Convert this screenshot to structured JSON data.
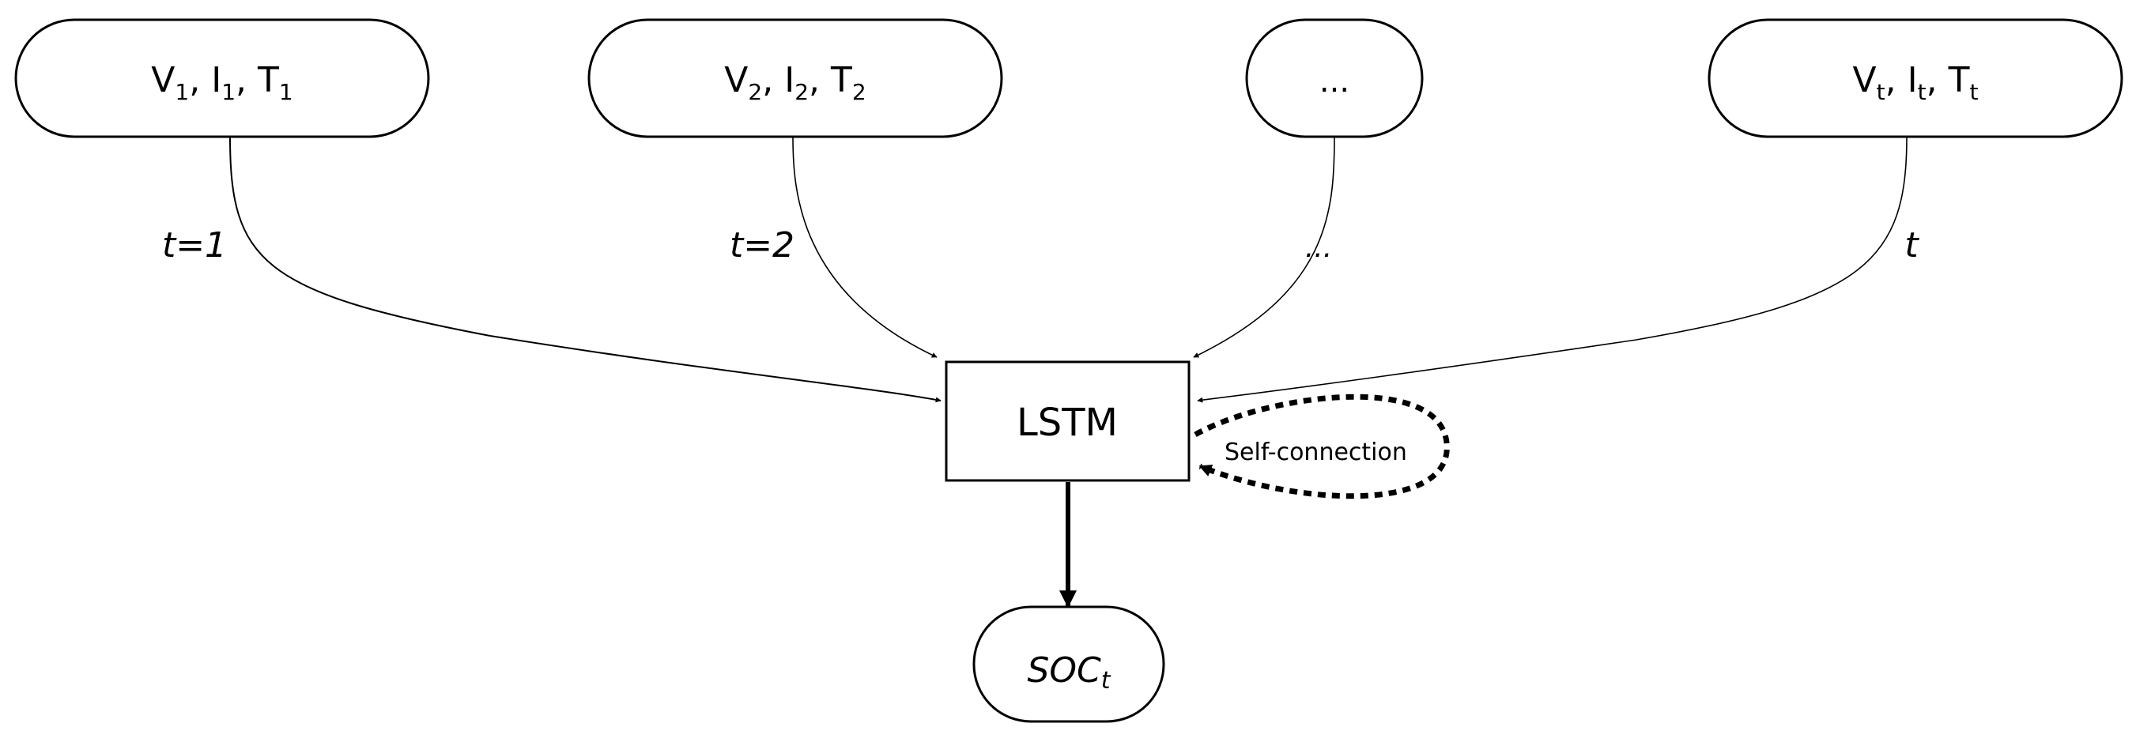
{
  "inputs": [
    {
      "parts": [
        {
          "base": "V",
          "sub": "1",
          "sep": ", "
        },
        {
          "base": "I",
          "sub": "1",
          "sep": ", "
        },
        {
          "base": "T",
          "sub": "1",
          "sep": ""
        }
      ]
    },
    {
      "parts": [
        {
          "base": "V",
          "sub": "2",
          "sep": ", "
        },
        {
          "base": "I",
          "sub": "2",
          "sep": ", "
        },
        {
          "base": "T",
          "sub": "2",
          "sep": ""
        }
      ]
    },
    {
      "ellipsis": "..."
    },
    {
      "parts": [
        {
          "base": "V",
          "sub": "t",
          "sep": ", "
        },
        {
          "base": "I",
          "sub": "t",
          "sep": ", "
        },
        {
          "base": "T",
          "sub": "t",
          "sep": ""
        }
      ]
    }
  ],
  "edge_labels": [
    "t=1",
    "t=2",
    "...",
    "t"
  ],
  "lstm_label": "LSTM",
  "self_connection_label": "Self-connection",
  "output": {
    "base": "SOC",
    "sub": "t"
  }
}
